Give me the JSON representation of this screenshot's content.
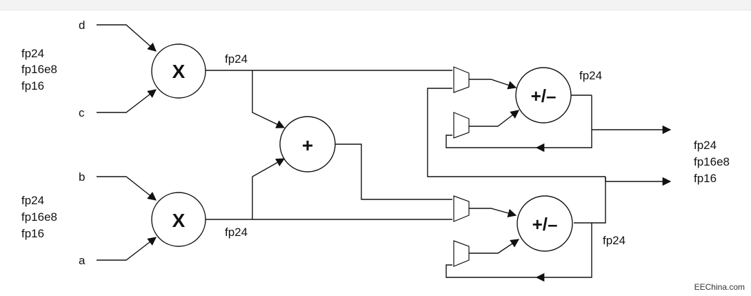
{
  "inputs": {
    "d": "d",
    "c": "c",
    "b": "b",
    "a": "a"
  },
  "format_groups": {
    "top_left": [
      "fp24",
      "fp16e8",
      "fp16"
    ],
    "bottom_left": [
      "fp24",
      "fp16e8",
      "fp16"
    ],
    "right": [
      "fp24",
      "fp16e8",
      "fp16"
    ]
  },
  "wire_labels": {
    "mult_top_out": "fp24",
    "mult_bottom_out": "fp24",
    "addsub_top_out": "fp24",
    "addsub_bottom_out": "fp24"
  },
  "operators": {
    "mult_top": "X",
    "mult_bottom": "X",
    "adder": "+",
    "addsub_top": "+/–",
    "addsub_bottom": "+/–"
  },
  "watermark": "EEChina.com"
}
